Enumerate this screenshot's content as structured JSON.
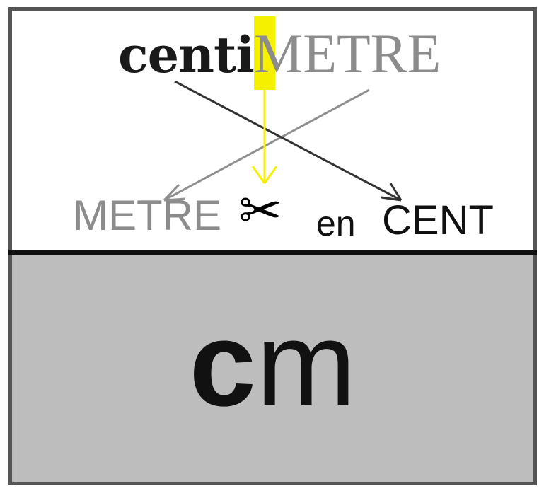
{
  "diagram": {
    "top_word": {
      "prefix": "centi",
      "stem": "METRE"
    },
    "bottom_row": {
      "metre": "METRE",
      "scissors": "✂",
      "en": "en",
      "cent": "CENT"
    },
    "abbreviation": {
      "first": "c",
      "rest": "m"
    }
  },
  "colors": {
    "dark_text": "#1a1a1a",
    "grey_text": "#8c8c8c",
    "highlight": "#f4f000",
    "bottom_fill": "#bdbdbd"
  },
  "icons": [
    "scissors-icon",
    "arrow-icon"
  ]
}
